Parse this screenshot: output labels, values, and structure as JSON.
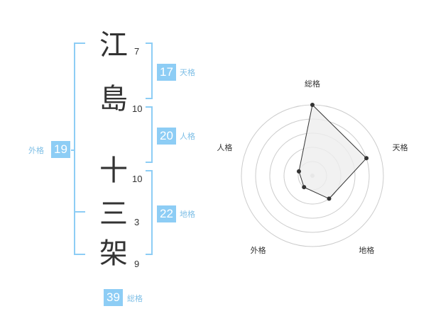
{
  "name": {
    "characters": [
      {
        "char": "江",
        "strokes": "7"
      },
      {
        "char": "島",
        "strokes": "10"
      },
      {
        "char": "十",
        "strokes": "10"
      },
      {
        "char": "三",
        "strokes": "3"
      },
      {
        "char": "架",
        "strokes": "9"
      }
    ]
  },
  "fortune": {
    "tenkaku": {
      "value": "17",
      "label": "天格"
    },
    "jinkaku": {
      "value": "20",
      "label": "人格"
    },
    "chikaku": {
      "value": "22",
      "label": "地格"
    },
    "gaikaku": {
      "value": "19",
      "label": "外格"
    },
    "soukaku": {
      "value": "39",
      "label": "総格"
    }
  },
  "chart_data": {
    "type": "radar",
    "axes": [
      "総格",
      "天格",
      "地格",
      "外格",
      "人格"
    ],
    "values": [
      5,
      4,
      2,
      1,
      1
    ],
    "rmax": 5,
    "rings": 5,
    "colors": {
      "fill": "#eeeeee",
      "stroke": "#333333",
      "ring": "#cccccc",
      "center": "#cccccc",
      "point": "#333333"
    }
  }
}
